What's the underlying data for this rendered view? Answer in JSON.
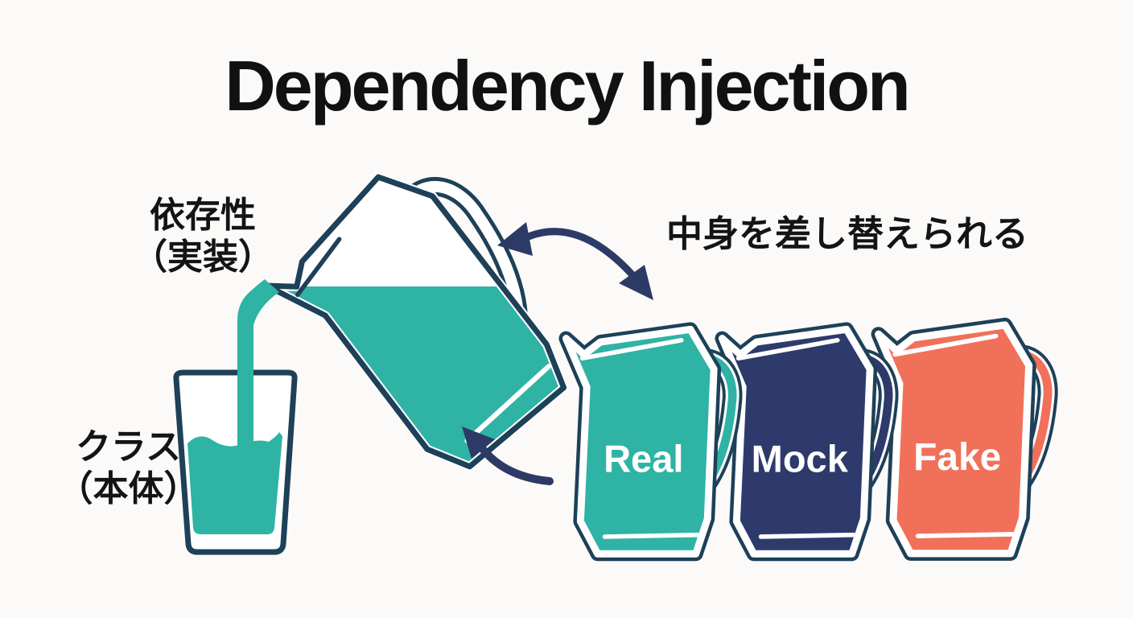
{
  "title": "Dependency Injection",
  "annotations": {
    "dependency_label": {
      "line1": "依存性",
      "line2": "（実装）"
    },
    "class_label": {
      "line1": "クラス",
      "line2": "（本体）"
    },
    "swap_caption": "中身を差し替えられる"
  },
  "pitchers": [
    {
      "label": "Real",
      "color": "#2fb3a4"
    },
    {
      "label": "Mock",
      "color": "#2d3a6b"
    },
    {
      "label": "Fake",
      "color": "#f1705a"
    }
  ],
  "scene": {
    "liquid_color": "#2fb3a4",
    "outline_color": "#1e4059",
    "arrow_color": "#2e3a66",
    "background_color": "#fbfaf8",
    "title_color": "#111111",
    "pitcher_label_color": "#ffffff"
  }
}
